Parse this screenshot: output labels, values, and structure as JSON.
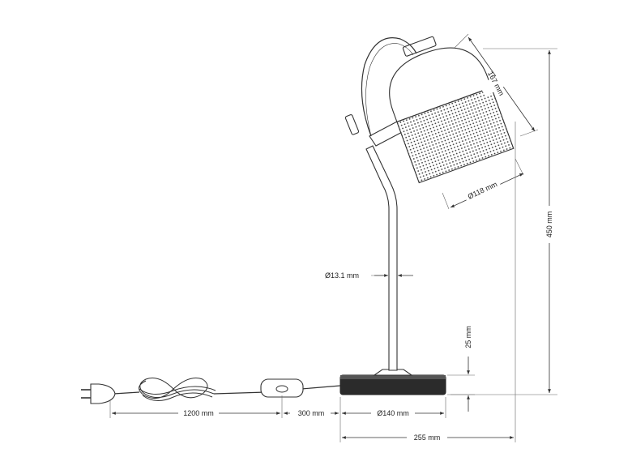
{
  "dimensions": {
    "shade_length": "167 mm",
    "shade_diameter": "Ø118 mm",
    "total_height": "450 mm",
    "stem_diameter": "Ø13.1 mm",
    "base_height": "25 mm",
    "cord_length": "1200 mm",
    "switch_distance": "300 mm",
    "base_diameter": "Ø140 mm",
    "total_depth": "255 mm"
  },
  "colors": {
    "line": "#333333",
    "base_fill": "#2b2b2b",
    "mesh": "#333333"
  }
}
